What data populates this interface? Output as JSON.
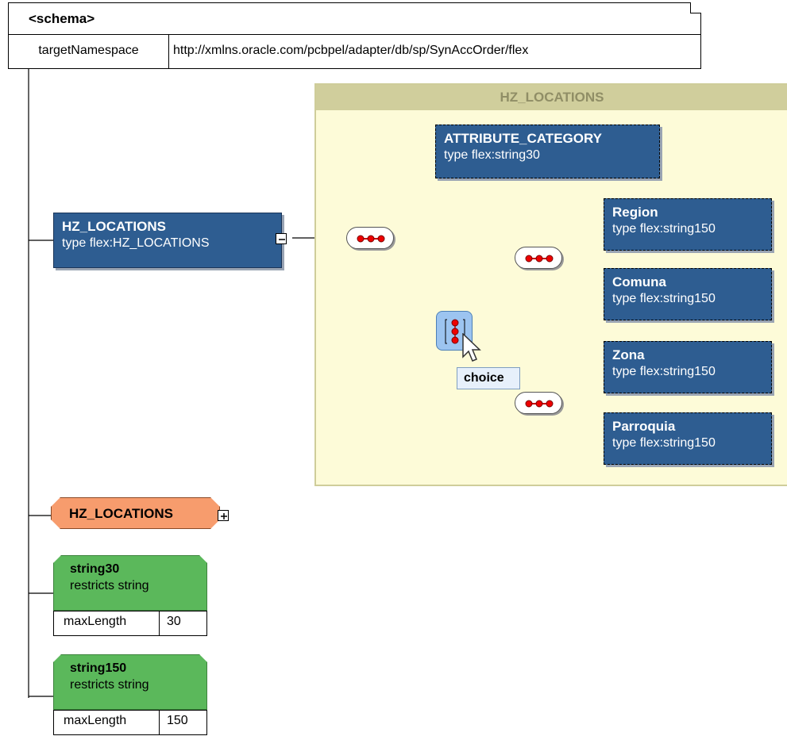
{
  "schema": {
    "title": "<schema>",
    "target_namespace_label": "targetNamespace",
    "target_namespace_value": "http://xmlns.oracle.com/pcbpel/adapter/db/sp/SynAccOrder/flex"
  },
  "group": {
    "title": "HZ_LOCATIONS"
  },
  "root_element": {
    "name": "HZ_LOCATIONS",
    "type": "type flex:HZ_LOCATIONS"
  },
  "elements": [
    {
      "name": "ATTRIBUTE_CATEGORY",
      "type": "type flex:string30"
    },
    {
      "name": "Region",
      "type": "type flex:string150"
    },
    {
      "name": "Comuna",
      "type": "type flex:string150"
    },
    {
      "name": "Zona",
      "type": "type flex:string150"
    },
    {
      "name": "Parroquia",
      "type": "type flex:string150"
    }
  ],
  "tooltip": "choice",
  "complex_type": {
    "name": "HZ_LOCATIONS"
  },
  "simple_types": [
    {
      "name": "string30",
      "restricts": "restricts string",
      "facet_label": "maxLength",
      "facet_value": "30"
    },
    {
      "name": "string150",
      "restricts": "restricts string",
      "facet_label": "maxLength",
      "facet_value": "150"
    }
  ],
  "colors": {
    "element_blue": "#2e5d91",
    "group_yellow": "#fdfbd8",
    "simple_type_green": "#5bb85b",
    "complex_type_orange": "#f79c6d",
    "choice_blue": "#9cc4f0"
  }
}
